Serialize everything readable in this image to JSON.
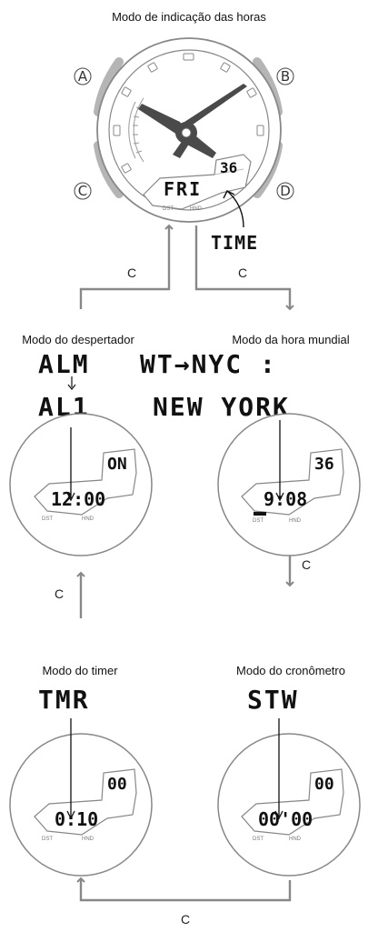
{
  "titles": {
    "timekeeping": "Modo de indicação das horas",
    "alarm": "Modo do despertador",
    "world_time": "Modo da hora mundial",
    "timer": "Modo do timer",
    "stopwatch": "Modo do cronômetro"
  },
  "buttons": {
    "a": "A",
    "b": "B",
    "c": "C",
    "d": "D"
  },
  "flow_label": "C",
  "timekeeping": {
    "day": "FRI",
    "seconds": "36",
    "time_label": "TIME",
    "dst": "DST",
    "hnd": "HND"
  },
  "alarm": {
    "line1": "ALM",
    "line2": "AL1",
    "main": "12:00",
    "small": "ON"
  },
  "world_time": {
    "line1": "WT→NYC :",
    "line2": "NEW YORK",
    "main": "9:08",
    "small": "36"
  },
  "timer": {
    "line1": "TMR",
    "main": "0:10",
    "small": "00"
  },
  "stopwatch": {
    "line1": "STW",
    "main": "00'00",
    "small": "00"
  },
  "watch_labels": {
    "dst": "DST",
    "hnd": "HND"
  }
}
